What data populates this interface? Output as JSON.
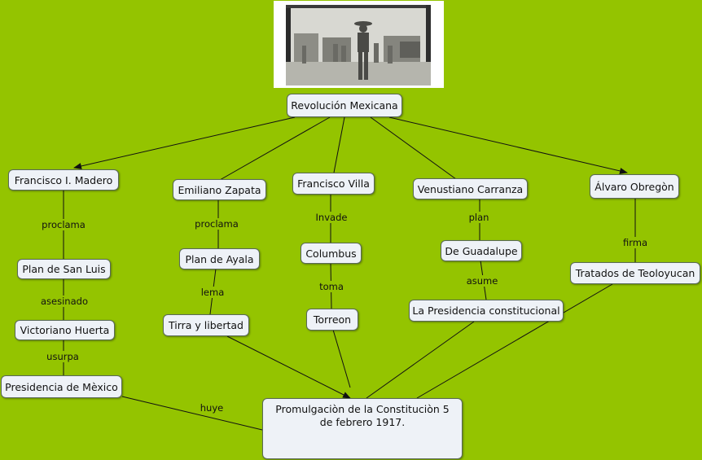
{
  "photo": {
    "caption": ""
  },
  "nodes": {
    "revolucion": "Revolución Mexicana",
    "madero": "Francisco I. Madero",
    "zapata": "Emiliano Zapata",
    "villa": "Francisco Villa",
    "carranza": "Venustiano Carranza",
    "obregon": "Álvaro Obregòn",
    "san_luis": "Plan de San Luis",
    "huerta": "Victoriano Huerta",
    "presidencia_mexico": "Presidencia de Mèxico",
    "ayala": "Plan de Ayala",
    "tierra": "Tirra y libertad",
    "columbus": "Columbus",
    "torreon": "Torreon",
    "guadalupe": "De Guadalupe",
    "presidencia_const": "La Presidencia constitucional",
    "teoloyucan": "Tratados de Teoloyucan",
    "constitucion": "Promulgaciòn de la Constituciòn 5 de febrero 1917."
  },
  "links": {
    "proclama_madero": "proclama",
    "asesinado": "asesinado",
    "usurpa": "usurpa",
    "proclama_zapata": "proclama",
    "lema": "lema",
    "invade": "Invade",
    "toma": "toma",
    "plan": "plan",
    "asume": "asume",
    "firma": "firma",
    "huye": "huye"
  }
}
